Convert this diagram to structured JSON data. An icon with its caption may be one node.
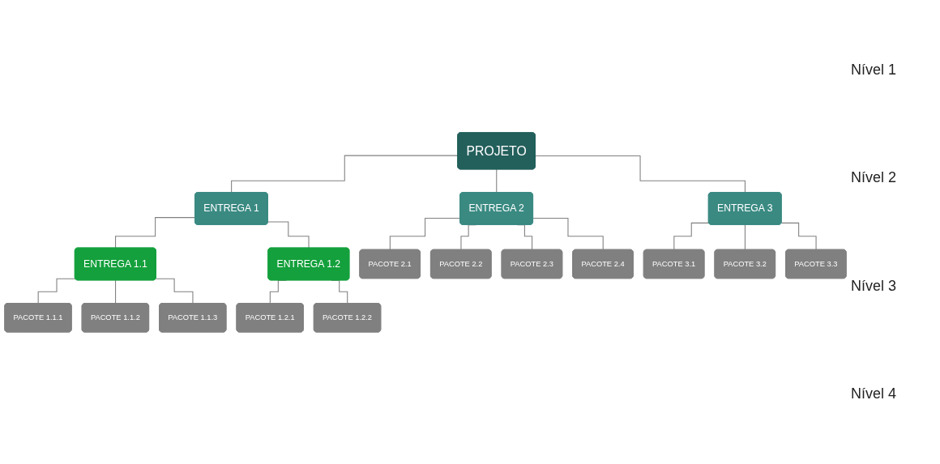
{
  "diagram": {
    "nodes": [
      {
        "text": [
          "PROJETO"
        ]
      },
      {
        "text": [
          "ENTREGA 1"
        ]
      },
      {
        "text": [
          "ENTREGA 2"
        ]
      },
      {
        "text": [
          "ENTREGA 3"
        ]
      },
      {
        "text": [
          "ENTREGA 1.1"
        ]
      },
      {
        "text": [
          "ENTREGA 1.2"
        ]
      },
      {
        "text": [
          "PACOTE 1.1.1"
        ]
      },
      {
        "text": [
          "PACOTE 1.1.2"
        ]
      },
      {
        "text": [
          "PACOTE 1.1.3"
        ]
      },
      {
        "text": [
          "PACOTE 1.2.1"
        ]
      },
      {
        "text": [
          "PACOTE 1.2.2"
        ]
      },
      {
        "text": [
          "PACOTE 2.1"
        ]
      },
      {
        "text": [
          "PACOTE 2.2"
        ]
      },
      {
        "text": [
          "PACOTE 2.3"
        ]
      },
      {
        "text": [
          "PACOTE 2.4"
        ]
      },
      {
        "text": [
          "PACOTE 3.1"
        ]
      },
      {
        "text": [
          "PACOTE 3.2"
        ]
      },
      {
        "text": [
          "PACOTE 3.3"
        ]
      }
    ],
    "edges": [
      {
        "from": 0,
        "to": 1,
        "arrow": "none"
      },
      {
        "from": 0,
        "to": 2,
        "arrow": "none"
      },
      {
        "from": 0,
        "to": 3,
        "arrow": "none"
      },
      {
        "from": 1,
        "to": 4,
        "arrow": "none"
      },
      {
        "from": 1,
        "to": 5,
        "arrow": "none"
      },
      {
        "from": 4,
        "to": 6,
        "arrow": "none"
      },
      {
        "from": 4,
        "to": 7,
        "arrow": "none"
      },
      {
        "from": 4,
        "to": 8,
        "arrow": "none"
      },
      {
        "from": 5,
        "to": 9,
        "arrow": "none"
      },
      {
        "from": 5,
        "to": 10,
        "arrow": "none"
      },
      {
        "from": 2,
        "to": 11,
        "arrow": "none"
      },
      {
        "from": 2,
        "to": 12,
        "arrow": "none"
      },
      {
        "from": 2,
        "to": 13,
        "arrow": "none"
      },
      {
        "from": 2,
        "to": 14,
        "arrow": "none"
      },
      {
        "from": 3,
        "to": 15,
        "arrow": "none"
      },
      {
        "from": 3,
        "to": 16,
        "arrow": "none"
      },
      {
        "from": 3,
        "to": 17,
        "arrow": "none"
      }
    ],
    "labels": [
      "Nível 1",
      "Nível 2",
      "Nível 3",
      "Nível 4"
    ]
  }
}
